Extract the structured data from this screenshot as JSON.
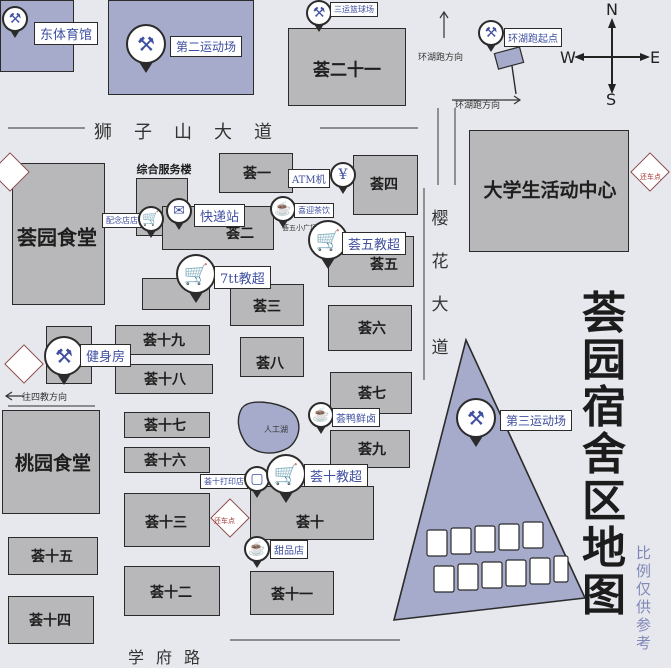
{
  "map": {
    "title": "荟园宿舍区地图",
    "scale_note": "比例仅供参考"
  },
  "roads": {
    "shizishan": "狮子山大道",
    "yinghua": "樱花大道",
    "xuefu": "学府路"
  },
  "compass": {
    "n": "N",
    "s": "S",
    "w": "W",
    "e": "E"
  },
  "notes": {
    "hupao_1": "环湖跑方向",
    "hupao_2": "环湖跑方向",
    "sijiao": "往四教方向",
    "rengonghu": "人工湖"
  },
  "buildings": {
    "dongtiyuguan": "东体育馆",
    "huiyuan_shitang": "荟园食堂",
    "taoyuan_shitang": "桃园食堂",
    "zonghe_fuwulou": "综合服务楼",
    "daxuesheng": "大学生活动中心",
    "h1": "荟一",
    "h2": "荟二",
    "h3": "荟三",
    "h4": "荟四",
    "h5": "荟五",
    "h6": "荟六",
    "h7": "荟七",
    "h8": "荟八",
    "h9": "荟九",
    "h10": "荟十",
    "h11": "荟十一",
    "h12": "荟十二",
    "h13": "荟十三",
    "h14": "荟十四",
    "h15": "荟十五",
    "h16": "荟十六",
    "h17": "荟十七",
    "h18": "荟十八",
    "h19": "荟十九",
    "h21": "荟二十一"
  },
  "pois": {
    "second_field": "第二运动场",
    "third_field": "第三运动场",
    "third_court": "三运篮球场",
    "hupao_start": "环湖跑起点",
    "gym": "健身房",
    "express": "快递站",
    "atm": "ATM机",
    "supermarket_5": "荟五教超",
    "supermarket_7tt": "7tt教超",
    "supermarket_10": "荟十教超",
    "drink": "甜品店",
    "fresh": "荟鸭鲜卤",
    "peiqian": "配念店店",
    "print_shop": "荟十打印店",
    "phone_shop": "荟五小广场",
    "tea": "喜迎茶饮"
  },
  "rentals": {
    "label": "还车点"
  }
}
